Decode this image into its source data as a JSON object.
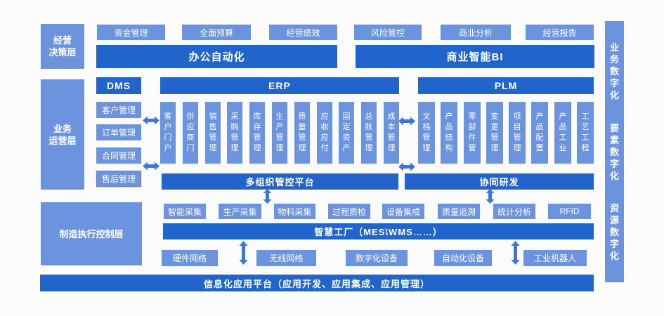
{
  "colors": {
    "dark": "#2165cc",
    "light": "#6b93de",
    "arrow": "#3b76d9",
    "background": "#fbfbfc"
  },
  "left_rail": {
    "decision": "经营\n决策层",
    "operations": "业务\n运营层",
    "manufacturing": "制造执行控制层"
  },
  "right_rail": {
    "items": [
      "业务数字化",
      "要素数字化",
      "资源数字化"
    ]
  },
  "decision_layer": {
    "buttons": [
      "资金管理",
      "全面预算",
      "经营绩效",
      "风险管控",
      "商业分析",
      "经营报告"
    ],
    "oa_bar": "办公自动化",
    "bi_bar": "商业智能BI"
  },
  "operations_layer": {
    "dms": {
      "header": "DMS",
      "items": [
        "客户管理",
        "订单管理",
        "合同管理",
        "售后管理"
      ]
    },
    "erp": {
      "header": "ERP",
      "columns": [
        "客户门户",
        "供应商门",
        "销售管理",
        "采购管理",
        "库存管理",
        "生产管理",
        "质量管理",
        "应收应付",
        "固定资产",
        "总账管理",
        "成本管理"
      ]
    },
    "plm": {
      "header": "PLM",
      "columns": [
        "文档管理",
        "产品结构",
        "零部件管",
        "变更管理",
        "项目管理",
        "产品配置",
        "产品工业",
        "工艺工程"
      ]
    },
    "multi_org_bar": "多组织管控平台",
    "collab_rd_bar": "协同研发"
  },
  "manufacturing_layer": {
    "functions": [
      "智能采集",
      "生产采集",
      "物料采集",
      "过程质检",
      "设备集成",
      "质量追溯",
      "统计分析",
      "RFID"
    ],
    "smart_factory_bar": "智慧工厂（MES\\WMS……）",
    "infrastructure": [
      "硬件网络",
      "无线网络",
      "数字化设备",
      "自动化设备",
      "工业机器人"
    ]
  },
  "bottom_bar": "信息化应用平台（应用开发、应用集成、应用管理）"
}
